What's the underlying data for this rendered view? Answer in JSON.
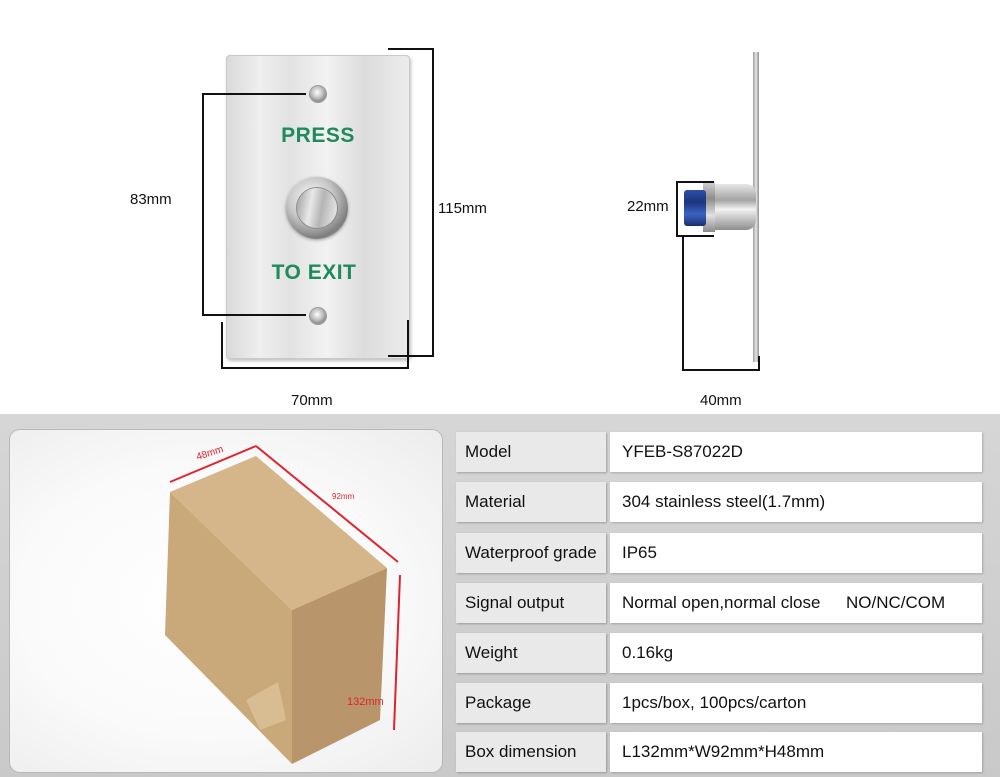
{
  "drawing": {
    "plate_text_top": "PRESS",
    "plate_text_bottom": "TO EXIT",
    "dim_height_inner": "83mm",
    "dim_height_outer": "115mm",
    "dim_width": "70mm",
    "dim_button_dia": "22mm",
    "dim_depth": "40mm"
  },
  "box_photo": {
    "dim_h": "48mm",
    "dim_w": "92mm",
    "dim_l": "132mm"
  },
  "specs": [
    {
      "label": "Model",
      "value": "YFEB-S87022D",
      "extra": ""
    },
    {
      "label": "Material",
      "value": "304 stainless steel(1.7mm)",
      "extra": ""
    },
    {
      "label": "Waterproof grade",
      "value": "IP65",
      "extra": ""
    },
    {
      "label": "Signal output",
      "value": "Normal open,normal close",
      "extra": "NO/NC/COM"
    },
    {
      "label": "Weight",
      "value": "0.16kg",
      "extra": ""
    },
    {
      "label": "Package",
      "value": "1pcs/box, 100pcs/carton",
      "extra": ""
    },
    {
      "label": "Box dimension",
      "value": "L132mm*W92mm*H48mm",
      "extra": ""
    }
  ],
  "colors": {
    "plate_text": "#1f8a5c",
    "box_dimension_lines": "#e0242e",
    "cardboard": "#c8a878"
  }
}
